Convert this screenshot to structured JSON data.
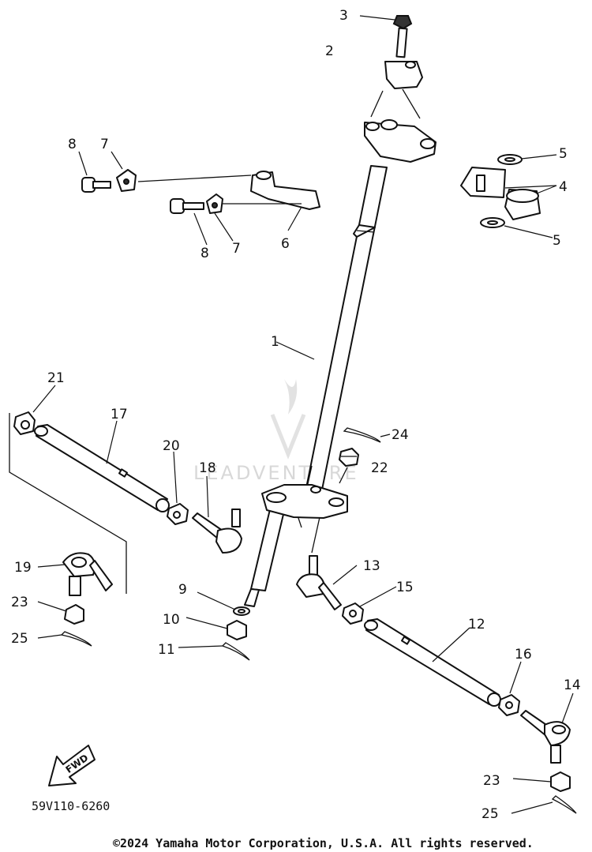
{
  "diagram": {
    "callouts": [
      "1",
      "2",
      "3",
      "4",
      "5",
      "5",
      "6",
      "7",
      "7",
      "8",
      "8",
      "9",
      "10",
      "11",
      "12",
      "13",
      "14",
      "15",
      "16",
      "17",
      "18",
      "19",
      "20",
      "21",
      "22",
      "23",
      "23",
      "24",
      "25",
      "25"
    ],
    "fwd_label": "FWD",
    "figure_code": "59V110-6260",
    "watermark": "LEADVENTURE",
    "copyright": "©2024 Yamaha Motor Corporation, U.S.A. All rights reserved."
  }
}
